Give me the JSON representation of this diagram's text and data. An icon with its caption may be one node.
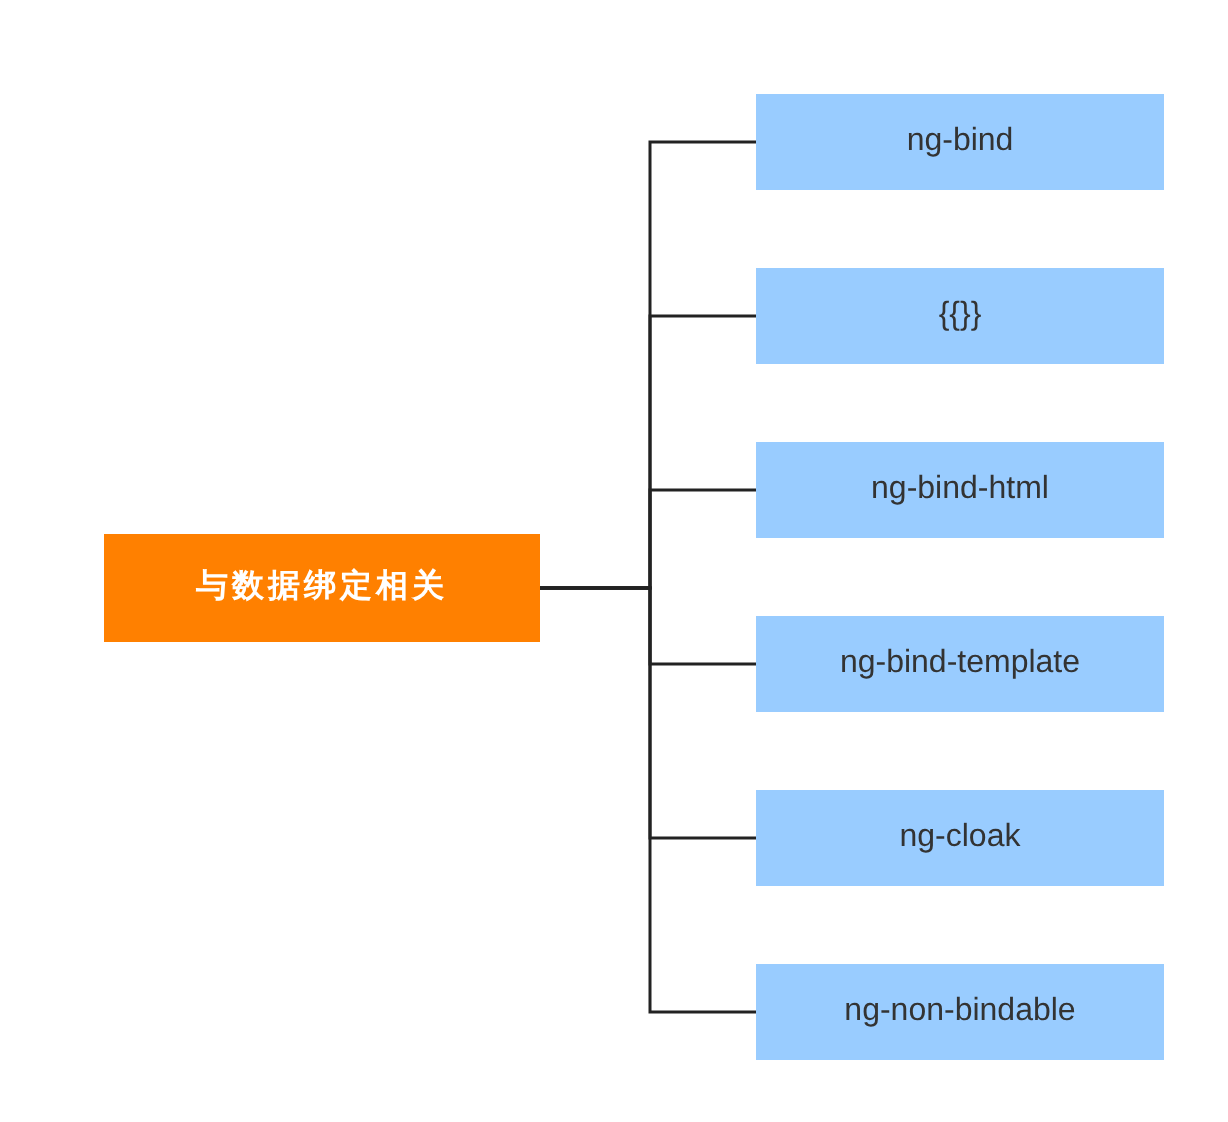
{
  "diagram": {
    "nodes": [
      {
        "text": [
          "与数据绑定相关"
        ]
      },
      {
        "text": [
          "ng-bind"
        ]
      },
      {
        "text": [
          "{{}}"
        ]
      },
      {
        "text": [
          "ng-bind-html"
        ]
      },
      {
        "text": [
          "ng-bind-template"
        ]
      },
      {
        "text": [
          "ng-cloak"
        ]
      },
      {
        "text": [
          "ng-non-bindable"
        ]
      }
    ],
    "edges": [
      {
        "from": 0,
        "to": 1,
        "arrow": "none"
      },
      {
        "from": 0,
        "to": 2,
        "arrow": "none"
      },
      {
        "from": 0,
        "to": 3,
        "arrow": "none"
      },
      {
        "from": 0,
        "to": 4,
        "arrow": "none"
      },
      {
        "from": 0,
        "to": 5,
        "arrow": "none"
      },
      {
        "from": 0,
        "to": 6,
        "arrow": "none"
      }
    ]
  }
}
